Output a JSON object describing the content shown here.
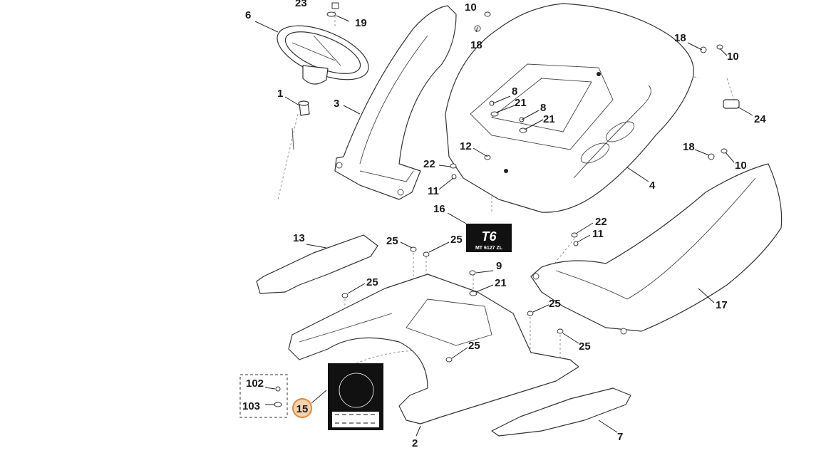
{
  "callouts": [
    {
      "id": "c6",
      "text": "6"
    },
    {
      "id": "c19",
      "text": "19"
    },
    {
      "id": "c23",
      "text": "23"
    },
    {
      "id": "c1",
      "text": "1"
    },
    {
      "id": "c3",
      "text": "3"
    },
    {
      "id": "c10a",
      "text": "10"
    },
    {
      "id": "c18a",
      "text": "18"
    },
    {
      "id": "c8a",
      "text": "8"
    },
    {
      "id": "c21a",
      "text": "21"
    },
    {
      "id": "c8b",
      "text": "8"
    },
    {
      "id": "c21b",
      "text": "21"
    },
    {
      "id": "c18b",
      "text": "18"
    },
    {
      "id": "c10b",
      "text": "10"
    },
    {
      "id": "c24",
      "text": "24"
    },
    {
      "id": "c12",
      "text": "12"
    },
    {
      "id": "c22a",
      "text": "22"
    },
    {
      "id": "c11a",
      "text": "11"
    },
    {
      "id": "c18c",
      "text": "18"
    },
    {
      "id": "c10c",
      "text": "10"
    },
    {
      "id": "c4",
      "text": "4"
    },
    {
      "id": "c16",
      "text": "16"
    },
    {
      "id": "c22b",
      "text": "22"
    },
    {
      "id": "c11b",
      "text": "11"
    },
    {
      "id": "c13",
      "text": "13"
    },
    {
      "id": "c25a",
      "text": "25"
    },
    {
      "id": "c25b",
      "text": "25"
    },
    {
      "id": "c9",
      "text": "9"
    },
    {
      "id": "c21c",
      "text": "21"
    },
    {
      "id": "c25c",
      "text": "25"
    },
    {
      "id": "c25d",
      "text": "25"
    },
    {
      "id": "c17",
      "text": "17"
    },
    {
      "id": "c25e",
      "text": "25"
    },
    {
      "id": "c25f",
      "text": "25"
    },
    {
      "id": "c102",
      "text": "102"
    },
    {
      "id": "c103",
      "text": "103"
    },
    {
      "id": "c15",
      "text": "15"
    },
    {
      "id": "c2",
      "text": "2"
    },
    {
      "id": "c7",
      "text": "7"
    }
  ],
  "decal16": {
    "model_text": "MT 6127 ZL",
    "logo_text": "T6"
  },
  "highlight": {
    "part": "15",
    "color": "#e8883a"
  }
}
